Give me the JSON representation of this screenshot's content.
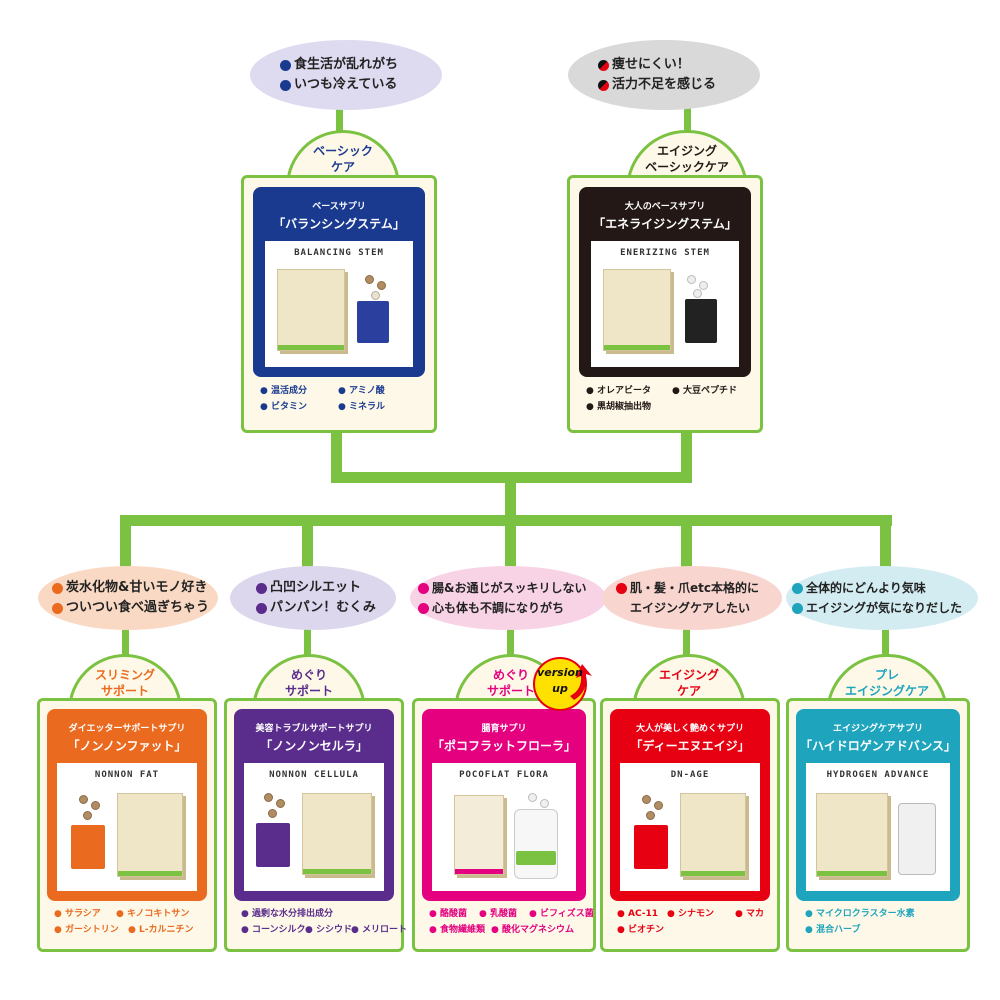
{
  "top_bubbles": [
    {
      "lines": [
        "食生活が乱れがち",
        "いつも冷えている"
      ],
      "dot_color": "#1a3a8f",
      "bg": "#dedaf0"
    },
    {
      "lines": [
        "痩せにくい！",
        "活力不足を感じる"
      ],
      "dot_color": "split-black-red",
      "bg": "#d9d9d9"
    }
  ],
  "top_products": [
    {
      "tab": [
        "ベーシック",
        "ケア"
      ],
      "tab_color": "#1a3a8f",
      "panel_color": "#1a3a8f",
      "subtitle": "ベースサプリ",
      "name": "「バランシングステム」",
      "en_name": "BALANCING STEM",
      "ingredients": [
        "温活成分",
        "アミノ酸",
        "ビタミン",
        "ミネラル"
      ],
      "ing_color": "#1a3a8f"
    },
    {
      "tab": [
        "エイジング",
        "ベーシックケア"
      ],
      "tab_color": "#231815",
      "panel_color": "#231815",
      "subtitle": "大人のベースサプリ",
      "name": "「エネライジングステム」",
      "en_name": "ENERIZING STEM",
      "ingredients": [
        "オレアビータ",
        "大豆ペプチド",
        "黒胡椒抽出物"
      ],
      "ing_color": "#231815"
    }
  ],
  "bottom_bubbles": [
    {
      "lines": [
        "炭水化物&甘いモノ好き",
        "ついつい食べ過ぎちゃう"
      ],
      "dot_color": "#ea6a1f",
      "bg": "#f9d9c3"
    },
    {
      "lines": [
        "凸凹シルエット",
        "パンパン！むくみ"
      ],
      "dot_color": "#5a2d8c",
      "bg": "#ddd7ee"
    },
    {
      "lines": [
        "腸&お通じがスッキリしない",
        "心も体も不調になりがち"
      ],
      "dot_color": "#e4007f",
      "bg": "#f8d3e6"
    },
    {
      "lines": [
        "肌・髪・爪etc本格的に",
        "エイジングケアしたい"
      ],
      "dot_color": "#e60012",
      "bg": "#f9d5cf"
    },
    {
      "lines": [
        "全体的にどんより気味",
        "エイジングが気になりだした"
      ],
      "dot_color": "#1ea4bd",
      "bg": "#d2ecf2"
    }
  ],
  "bottom_products": [
    {
      "tab": [
        "スリミング",
        "サポート"
      ],
      "tab_color": "#ea6a1f",
      "panel_color": "#ea6a1f",
      "subtitle": "ダイエッターサポートサプリ",
      "name": "「ノンノンファット」",
      "en_name": "NONNON FAT",
      "ingredients": [
        "サラシア",
        "キノコキトサン",
        "ガーシトリン",
        "L-カルニチン"
      ],
      "ing_color": "#ea6a1f"
    },
    {
      "tab": [
        "めぐり",
        "サポート"
      ],
      "tab_color": "#5a2d8c",
      "panel_color": "#5a2d8c",
      "subtitle": "美容トラブルサポートサプリ",
      "name": "「ノンノンセルラ」",
      "en_name": "NONNON CELLULA",
      "ingredients": [
        "過剰な水分排出成分",
        "コーンシルク",
        "シシウド",
        "メリロート"
      ],
      "ing_color": "#5a2d8c"
    },
    {
      "tab": [
        "めぐり",
        "サポート"
      ],
      "tab_color": "#e4007f",
      "panel_color": "#e4007f",
      "subtitle": "腸育サプリ",
      "name": "「ポコフラットフローラ」",
      "en_name": "POCOFLAT FLORA",
      "ingredients": [
        "酪酸菌",
        "乳酸菌",
        "ビフィズス菌",
        "食物繊維類",
        "酸化マグネシウム"
      ],
      "ing_color": "#e4007f",
      "badge": [
        "version",
        "up"
      ]
    },
    {
      "tab": [
        "エイジング",
        "ケア"
      ],
      "tab_color": "#e60012",
      "panel_color": "#e60012",
      "subtitle": "大人が美しく艶めくサプリ",
      "name": "「ディーエヌエイジ」",
      "en_name": "DN-AGE",
      "ingredients": [
        "AC-11",
        "シナモン",
        "マカ",
        "ビオチン"
      ],
      "ing_color": "#e60012"
    },
    {
      "tab": [
        "プレ",
        "エイジングケア"
      ],
      "tab_color": "#1ea4bd",
      "panel_color": "#1ea4bd",
      "subtitle": "エイジングケアサプリ",
      "name": "「ハイドロゲンアドバンス」",
      "en_name": "HYDROGEN ADVANCE",
      "ingredients": [
        "マイクロクラスター水素",
        "混合ハーブ"
      ],
      "ing_color": "#1ea4bd"
    }
  ]
}
